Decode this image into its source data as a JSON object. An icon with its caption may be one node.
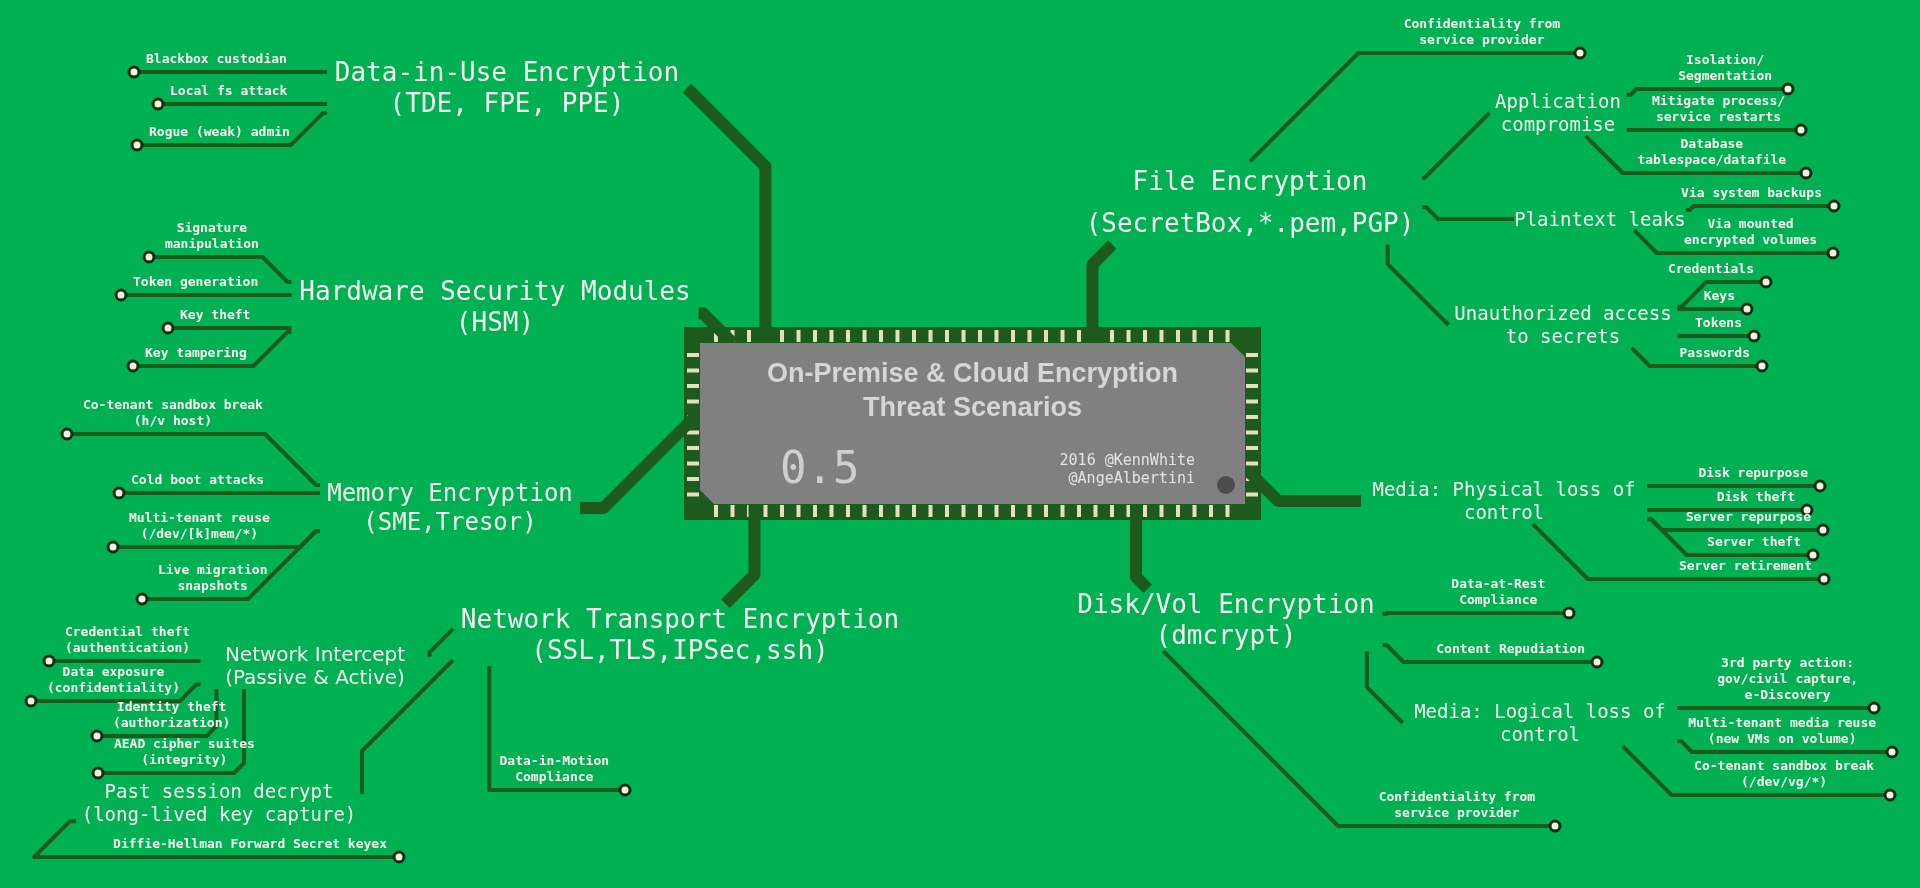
{
  "diagram": {
    "nodes": [
      {
        "text": [
          "On-Premise & Cloud Encryption Threat Scenarios",
          "0.5",
          "2016 @KennWhite @AngeAlbertini"
        ]
      },
      {
        "text": [
          "Data-in-Use Encryption (TDE, FPE, PPE)"
        ]
      },
      {
        "text": [
          "Blackbox custodian"
        ]
      },
      {
        "text": [
          "Local fs attack"
        ]
      },
      {
        "text": [
          "Rogue (weak) admin"
        ]
      },
      {
        "text": [
          "Hardware Security Modules (HSM)"
        ]
      },
      {
        "text": [
          "Signature manipulation"
        ]
      },
      {
        "text": [
          "Token generation"
        ]
      },
      {
        "text": [
          "Key theft"
        ]
      },
      {
        "text": [
          "Key tampering"
        ]
      },
      {
        "text": [
          "Memory Encryption (SME,Tresor)"
        ]
      },
      {
        "text": [
          "Co-tenant sandbox break (h/v host)"
        ]
      },
      {
        "text": [
          "Cold boot attacks"
        ]
      },
      {
        "text": [
          "Multi-tenant reuse (/dev/[k]mem/*)"
        ]
      },
      {
        "text": [
          "Live migration snapshots"
        ]
      },
      {
        "text": [
          "Network Transport Encryption (SSL,TLS,IPSec,ssh)"
        ]
      },
      {
        "text": [
          "Network Intercept (Passive & Active)"
        ]
      },
      {
        "text": [
          "Credential theft (authentication)"
        ]
      },
      {
        "text": [
          "Data exposure (confidentiality)"
        ]
      },
      {
        "text": [
          "Identity theft (authorization)"
        ]
      },
      {
        "text": [
          "AEAD cipher suites (integrity)"
        ]
      },
      {
        "text": [
          "Past session decrypt (long-lived key capture)"
        ]
      },
      {
        "text": [
          "Diffie-Hellman Forward Secret keyex"
        ]
      },
      {
        "text": [
          "Data-in-Motion Compliance"
        ]
      },
      {
        "text": [
          "File Encryption (SecretBox,*.pem,PGP)"
        ]
      },
      {
        "text": [
          "Confidentiality from service provider"
        ]
      },
      {
        "text": [
          "Application compromise"
        ]
      },
      {
        "text": [
          "Isolation/ Segmentation"
        ]
      },
      {
        "text": [
          "Mitigate process/ service restarts"
        ]
      },
      {
        "text": [
          "Database tablespace/datafile"
        ]
      },
      {
        "text": [
          "Plaintext leaks"
        ]
      },
      {
        "text": [
          "Via system backups"
        ]
      },
      {
        "text": [
          "Via mounted encrypted volumes"
        ]
      },
      {
        "text": [
          "Unauthorized access to secrets"
        ]
      },
      {
        "text": [
          "Credentials"
        ]
      },
      {
        "text": [
          "Keys"
        ]
      },
      {
        "text": [
          "Tokens"
        ]
      },
      {
        "text": [
          "Passwords"
        ]
      },
      {
        "text": [
          "Media: Physical loss of control"
        ]
      },
      {
        "text": [
          "Disk repurpose"
        ]
      },
      {
        "text": [
          "Disk theft"
        ]
      },
      {
        "text": [
          "Server repurpose"
        ]
      },
      {
        "text": [
          "Server theft"
        ]
      },
      {
        "text": [
          "Server retirement"
        ]
      },
      {
        "text": [
          "Disk/Vol Encryption (dmcrypt)"
        ]
      },
      {
        "text": [
          "Data-at-Rest Compliance"
        ]
      },
      {
        "text": [
          "Content Repudiation"
        ]
      },
      {
        "text": [
          "Media: Logical loss of control"
        ]
      },
      {
        "text": [
          "3rd party action: gov/civil capture, e-Discovery"
        ]
      },
      {
        "text": [
          "Multi-tenant media reuse (new VMs on volume)"
        ]
      },
      {
        "text": [
          "Co-tenant sandbox break (/dev/vg/*)"
        ]
      },
      {
        "text": [
          "Confidentiality from service provider"
        ]
      }
    ],
    "edges": [
      {
        "from": 0,
        "to": 1,
        "arrow": "none",
        "style": "thick"
      },
      {
        "from": 0,
        "to": 5,
        "arrow": "none",
        "style": "thick"
      },
      {
        "from": 0,
        "to": 10,
        "arrow": "none",
        "style": "thick"
      },
      {
        "from": 0,
        "to": 15,
        "arrow": "none",
        "style": "thick"
      },
      {
        "from": 0,
        "to": 24,
        "arrow": "none",
        "style": "thick"
      },
      {
        "from": 0,
        "to": 38,
        "arrow": "none",
        "style": "thick"
      },
      {
        "from": 0,
        "to": 44,
        "arrow": "none",
        "style": "thick"
      },
      {
        "from": 1,
        "to": 2,
        "arrow": "other"
      },
      {
        "from": 1,
        "to": 3,
        "arrow": "other"
      },
      {
        "from": 1,
        "to": 4,
        "arrow": "other"
      },
      {
        "from": 5,
        "to": 6,
        "arrow": "other"
      },
      {
        "from": 5,
        "to": 7,
        "arrow": "other"
      },
      {
        "from": 5,
        "to": 8,
        "arrow": "other"
      },
      {
        "from": 5,
        "to": 9,
        "arrow": "other"
      },
      {
        "from": 10,
        "to": 11,
        "arrow": "other"
      },
      {
        "from": 10,
        "to": 12,
        "arrow": "other"
      },
      {
        "from": 10,
        "to": 13,
        "arrow": "other"
      },
      {
        "from": 10,
        "to": 14,
        "arrow": "other"
      },
      {
        "from": 15,
        "to": 16,
        "arrow": "none"
      },
      {
        "from": 16,
        "to": 17,
        "arrow": "other"
      },
      {
        "from": 16,
        "to": 18,
        "arrow": "other"
      },
      {
        "from": 16,
        "to": 19,
        "arrow": "other"
      },
      {
        "from": 16,
        "to": 20,
        "arrow": "other"
      },
      {
        "from": 15,
        "to": 21,
        "arrow": "none"
      },
      {
        "from": 21,
        "to": 22,
        "arrow": "other"
      },
      {
        "from": 15,
        "to": 23,
        "arrow": "other"
      },
      {
        "from": 24,
        "to": 25,
        "arrow": "other"
      },
      {
        "from": 24,
        "to": 26,
        "arrow": "none"
      },
      {
        "from": 26,
        "to": 27,
        "arrow": "other"
      },
      {
        "from": 26,
        "to": 28,
        "arrow": "other"
      },
      {
        "from": 26,
        "to": 29,
        "arrow": "other"
      },
      {
        "from": 24,
        "to": 30,
        "arrow": "none"
      },
      {
        "from": 30,
        "to": 31,
        "arrow": "other"
      },
      {
        "from": 30,
        "to": 32,
        "arrow": "other"
      },
      {
        "from": 24,
        "to": 33,
        "arrow": "none"
      },
      {
        "from": 33,
        "to": 34,
        "arrow": "other"
      },
      {
        "from": 33,
        "to": 35,
        "arrow": "other"
      },
      {
        "from": 33,
        "to": 36,
        "arrow": "other"
      },
      {
        "from": 33,
        "to": 37,
        "arrow": "other"
      },
      {
        "from": 38,
        "to": 39,
        "arrow": "other"
      },
      {
        "from": 38,
        "to": 40,
        "arrow": "other"
      },
      {
        "from": 38,
        "to": 41,
        "arrow": "other"
      },
      {
        "from": 38,
        "to": 42,
        "arrow": "other"
      },
      {
        "from": 38,
        "to": 43,
        "arrow": "other"
      },
      {
        "from": 44,
        "to": 45,
        "arrow": "other"
      },
      {
        "from": 44,
        "to": 46,
        "arrow": "other"
      },
      {
        "from": 44,
        "to": 47,
        "arrow": "none"
      },
      {
        "from": 47,
        "to": 48,
        "arrow": "other"
      },
      {
        "from": 47,
        "to": 49,
        "arrow": "other"
      },
      {
        "from": 47,
        "to": 50,
        "arrow": "other"
      },
      {
        "from": 44,
        "to": 51,
        "arrow": "other"
      }
    ]
  }
}
